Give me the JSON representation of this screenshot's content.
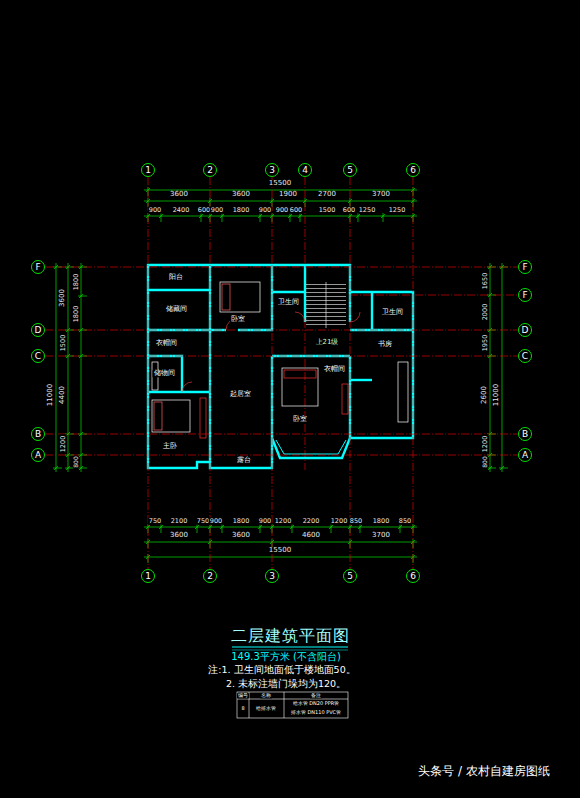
{
  "diagram": {
    "title": "二层建筑平面图",
    "caption": "149.3平方米 (不含阳台)",
    "nodes": [
      {
        "text": [
          "1"
        ]
      },
      {
        "text": [
          "2"
        ]
      },
      {
        "text": [
          "3"
        ]
      },
      {
        "text": [
          "4"
        ]
      },
      {
        "text": [
          "5"
        ]
      },
      {
        "text": [
          "6"
        ]
      },
      {
        "text": [
          "F"
        ]
      },
      {
        "text": [
          "D"
        ]
      },
      {
        "text": [
          "C"
        ]
      },
      {
        "text": [
          "B"
        ]
      },
      {
        "text": [
          "A"
        ]
      },
      {
        "text": [
          "F"
        ]
      },
      {
        "text": [
          "F"
        ]
      },
      {
        "text": [
          "D"
        ]
      },
      {
        "text": [
          "C"
        ]
      },
      {
        "text": [
          "B"
        ]
      },
      {
        "text": [
          "A"
        ]
      },
      {
        "text": [
          "1"
        ]
      },
      {
        "text": [
          "2"
        ]
      },
      {
        "text": [
          "3"
        ]
      },
      {
        "text": [
          "5"
        ]
      },
      {
        "text": [
          "6"
        ]
      }
    ],
    "edges": [
      {
        "from": 0,
        "to": 17,
        "arrow": "none"
      },
      {
        "from": 1,
        "to": 18,
        "arrow": "none"
      },
      {
        "from": 2,
        "to": 19,
        "arrow": "none"
      },
      {
        "from": 4,
        "to": 20,
        "arrow": "none"
      },
      {
        "from": 5,
        "to": 21,
        "arrow": "none"
      },
      {
        "from": 6,
        "to": 11,
        "arrow": "none"
      },
      {
        "from": 7,
        "to": 13,
        "arrow": "none"
      },
      {
        "from": 8,
        "to": 14,
        "arrow": "none"
      },
      {
        "from": 9,
        "to": 15,
        "arrow": "none"
      },
      {
        "from": 10,
        "to": 16,
        "arrow": "none"
      }
    ],
    "labels": [
      "15500",
      "3600",
      "3600",
      "1900",
      "2700",
      "3700",
      "900",
      "2400",
      "600",
      "900",
      "1800",
      "900",
      "900",
      "600",
      "1500",
      "600",
      "1250",
      "1250",
      "750",
      "2100",
      "750",
      "900",
      "1800",
      "900",
      "1200",
      "2200",
      "1200",
      "850",
      "1800",
      "850",
      "3600",
      "3600",
      "4600",
      "3700",
      "15500",
      "11000",
      "3600",
      "1500",
      "4400",
      "1200",
      "1800",
      "1800",
      "800",
      "1650",
      "2000",
      "1950",
      "2600",
      "1200",
      "800",
      "11000",
      "阳台",
      "储藏间",
      "卧室",
      "卫生间",
      "卫生间",
      "上21级",
      "衣帽间",
      "储物间",
      "主卧",
      "起居室",
      "卧室",
      "衣帽间",
      "书房",
      "露台",
      "注:1. 卫生间地面低于楼地面50。",
      "2. 未标注墙门垛均为120。",
      "编号",
      "名称",
      "备注",
      "8",
      "给排水管",
      "给水管 DN20 PPR管",
      "排水管 DN110 PVC管",
      "头条号 / 农村自建房图纸"
    ]
  }
}
